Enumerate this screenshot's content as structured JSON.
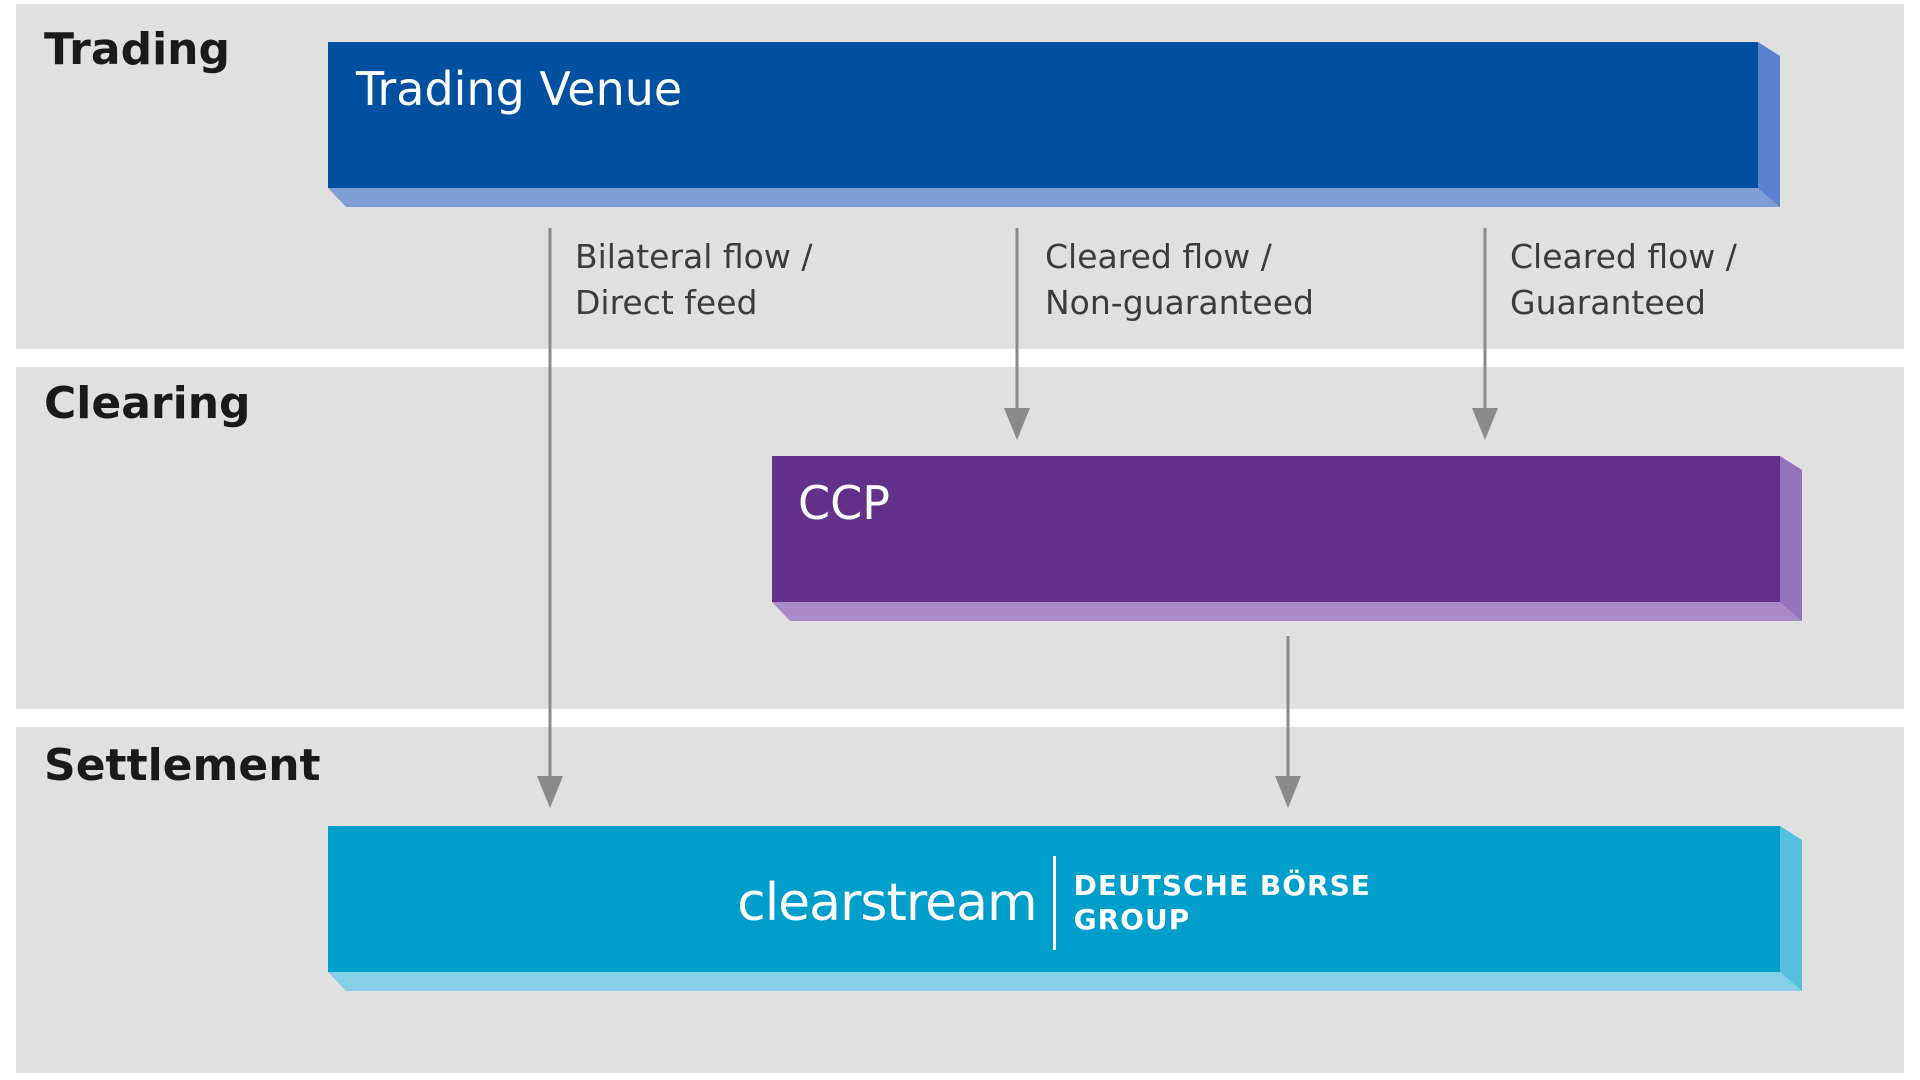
{
  "sections": {
    "trading": "Trading",
    "clearing": "Clearing",
    "settlement": "Settlement"
  },
  "boxes": {
    "trading_venue": "Trading Venue",
    "ccp": "CCP",
    "settlement_logo": {
      "wordmark": "clearstream",
      "group_line1": "DEUTSCHE BÖRSE",
      "group_line2": "GROUP"
    }
  },
  "flows": {
    "bilateral": {
      "line1": "Bilateral flow /",
      "line2": "Direct feed"
    },
    "non_guaranteed": {
      "line1": "Cleared flow /",
      "line2": "Non-guaranteed"
    },
    "guaranteed": {
      "line1": "Cleared flow /",
      "line2": "Guaranteed"
    }
  },
  "colors": {
    "trading_venue": "#0050a0",
    "ccp": "#62318a",
    "settlement": "#009fcb",
    "arrow": "#8a8a8a",
    "band": "#e0e0e0"
  }
}
